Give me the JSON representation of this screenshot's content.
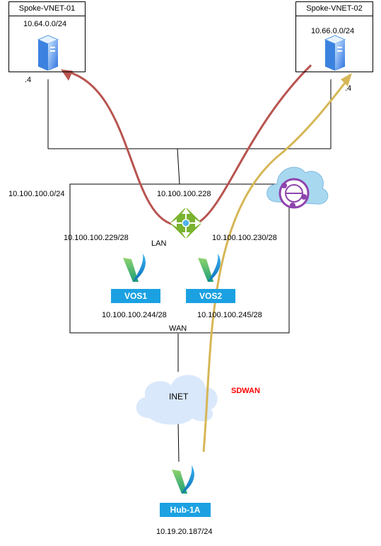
{
  "spoke1": {
    "title": "Spoke-VNET-01",
    "cidr": "10.64.0.0/24",
    "host": ".4"
  },
  "spoke2": {
    "title": "Spoke-VNET-02",
    "cidr": "10.66.0.0/24",
    "host": ".4"
  },
  "hub_vnet": {
    "cidr": "10.100.100.0/24",
    "router_ip": "10.100.100.228",
    "lan_label": "LAN",
    "wan_label": "WAN",
    "vos1": {
      "name": "VOS1",
      "lan_ip": "10.100.100.229/28",
      "wan_ip": "10.100.100.244/28"
    },
    "vos2": {
      "name": "VOS2",
      "lan_ip": "10.100.100.230/28",
      "wan_ip": "10.100.100.245/28"
    }
  },
  "inet": {
    "label": "INET"
  },
  "sdwan": {
    "label": "SDWAN",
    "color": "#ff0000"
  },
  "hub1a": {
    "name": "Hub-1A",
    "ip": "10.19.20.187/24"
  },
  "colors": {
    "red_path": "#b85450",
    "gold_path": "#d6b656",
    "router": "#7ab32f",
    "brand_blue": "#1ba1e2",
    "versa_green": "#39b27a",
    "cloud": "#dae8fc",
    "purple": "#8e44ad"
  },
  "icons": [
    "server-icon",
    "router-icon",
    "versa-logo-icon",
    "cloud-icon",
    "vwan-hub-icon"
  ]
}
